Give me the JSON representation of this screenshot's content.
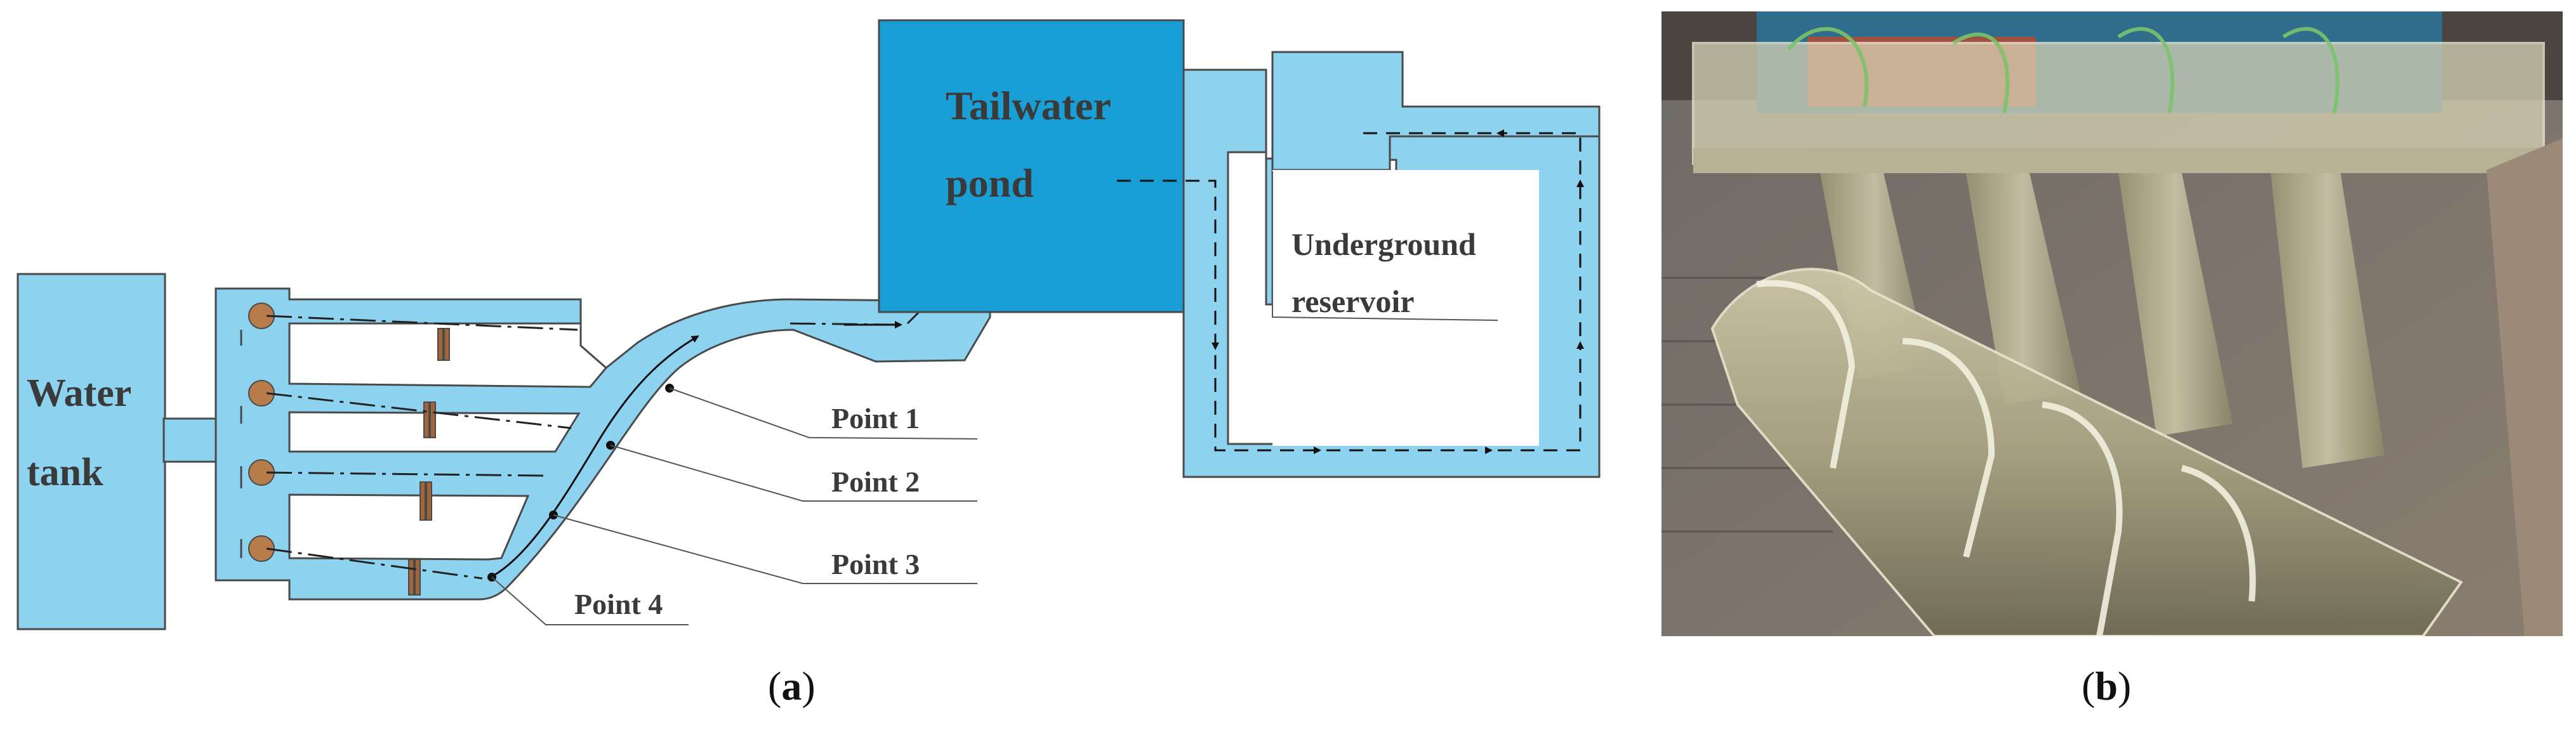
{
  "panel_a": {
    "labels": {
      "water_tank": [
        "Water",
        "tank"
      ],
      "tailwater_pond": [
        "Tailwater",
        "pond"
      ],
      "underground_reservoir": [
        "Underground",
        "reservoir"
      ]
    },
    "points": [
      "Point 1",
      "Point 2",
      "Point 3",
      "Point 4"
    ],
    "caption": {
      "open": "(",
      "letter": "a",
      "close": ")"
    }
  },
  "panel_b": {
    "caption": {
      "open": "(",
      "letter": "b",
      "close": ")"
    }
  },
  "colors": {
    "channel_fill": "#8dd3ef",
    "pond_fill": "#1a9ed6",
    "outline": "#4a4a4a",
    "gate": "#a0663a",
    "bulb": "#b87b4a"
  }
}
